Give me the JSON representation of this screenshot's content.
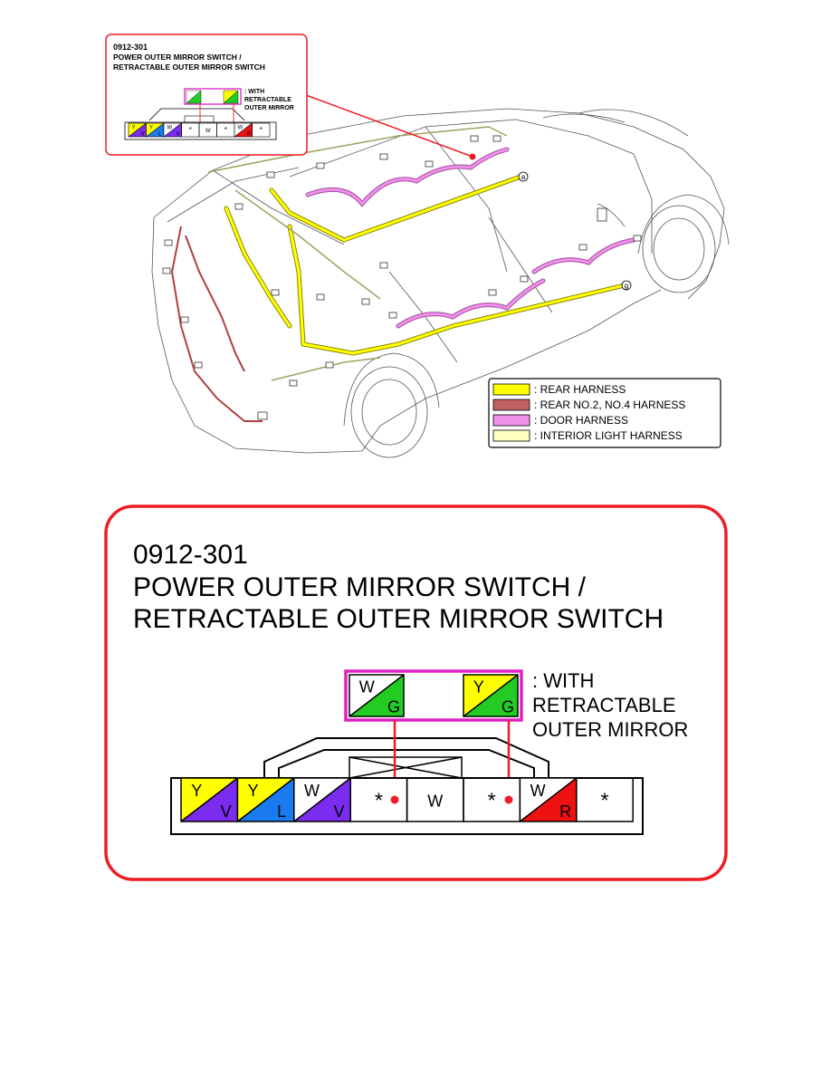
{
  "top_callout": {
    "code": "0912-301",
    "title_line1": "POWER OUTER MIRROR SWITCH /",
    "title_line2": "RETRACTABLE OUTER MIRROR SWITCH",
    "note_line1": ": WITH",
    "note_line2": "RETRACTABLE",
    "note_line3": "OUTER MIRROR"
  },
  "legend": {
    "items": [
      {
        "label": ": REAR HARNESS",
        "color": "#ffff00"
      },
      {
        "label": ": REAR NO.2, NO.4 HARNESS",
        "color": "#c06060"
      },
      {
        "label": ": DOOR HARNESS",
        "color": "#f090e8"
      },
      {
        "label": ": INTERIOR LIGHT HARNESS",
        "color": "#ffffc0"
      }
    ]
  },
  "connector_markers": {
    "a": "a",
    "g": "g"
  },
  "detail": {
    "code": "0912-301",
    "title_line1": "POWER OUTER MIRROR SWITCH /",
    "title_line2": "RETRACTABLE OUTER MIRROR SWITCH",
    "note_line1": ": WITH",
    "note_line2": "RETRACTABLE",
    "note_line3": "OUTER MIRROR",
    "optional_pins": [
      {
        "top": "W",
        "bottom": "G",
        "top_color": "#ffffff",
        "bottom_color": "#22cc22"
      },
      {
        "top": "Y",
        "bottom": "G",
        "top_color": "#ffff00",
        "bottom_color": "#22cc22"
      }
    ],
    "pins": [
      {
        "top": "Y",
        "bottom": "V",
        "top_color": "#ffff00",
        "bottom_color": "#7a2cf0"
      },
      {
        "top": "Y",
        "bottom": "L",
        "top_color": "#ffff00",
        "bottom_color": "#1a7af0"
      },
      {
        "top": "W",
        "bottom": "V",
        "top_color": "#ffffff",
        "bottom_color": "#7a2cf0"
      },
      {
        "symbol": "*"
      },
      {
        "single": "W"
      },
      {
        "symbol": "*"
      },
      {
        "top": "W",
        "bottom": "R",
        "top_color": "#ffffff",
        "bottom_color": "#ee1111"
      },
      {
        "symbol": "*"
      }
    ]
  },
  "colors": {
    "callout_border": "#ee1c24",
    "optional_box": "#e020c0",
    "rear_harness": "#ffff00",
    "rear_no2_harness": "#c06060",
    "door_harness": "#f090e8",
    "interior_light_harness": "#ffffc0"
  }
}
